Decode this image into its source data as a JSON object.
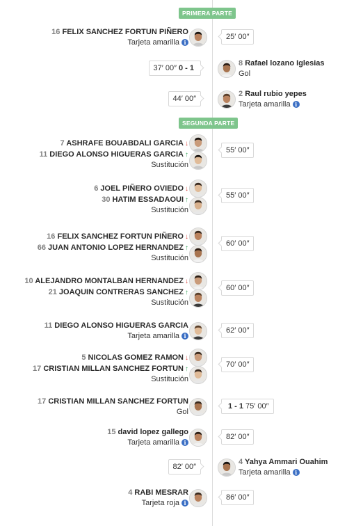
{
  "sections": {
    "first_half": "PRIMERA PARTE",
    "second_half": "SEGUNDA PARTE"
  },
  "events": [
    {
      "side": "left",
      "players": [
        {
          "num": "16",
          "name": "FELIX SANCHEZ FORTUN PIÑERO"
        }
      ],
      "type": "Tarjeta amarilla",
      "time": "25′ 00″"
    },
    {
      "side": "right",
      "players": [
        {
          "num": "8",
          "name": "Rafael lozano Iglesias"
        }
      ],
      "type": "Gol",
      "time": "37′ 00″",
      "score": "0 - 1"
    },
    {
      "side": "right",
      "players": [
        {
          "num": "2",
          "name": "Raul rubio yepes"
        }
      ],
      "type": "Tarjeta amarilla",
      "time": "44′ 00″"
    },
    {
      "side": "left",
      "players": [
        {
          "num": "7",
          "name": "ASHRAFE BOUABDALI GARCIA",
          "arrow": "↓"
        },
        {
          "num": "11",
          "name": "DIEGO ALONSO HIGUERAS GARCIA",
          "arrow": "↑"
        }
      ],
      "type": "Sustitución",
      "time": "55′ 00″"
    },
    {
      "side": "left",
      "players": [
        {
          "num": "6",
          "name": "JOEL PIÑERO OVIEDO",
          "arrow": "↓"
        },
        {
          "num": "30",
          "name": "HATIM ESSADAOUI",
          "arrow": "↑"
        }
      ],
      "type": "Sustitución",
      "time": "55′ 00″"
    },
    {
      "side": "left",
      "players": [
        {
          "num": "16",
          "name": "FELIX SANCHEZ FORTUN PIÑERO",
          "arrow": "↓"
        },
        {
          "num": "66",
          "name": "JUAN ANTONIO LOPEZ HERNANDEZ",
          "arrow": "↑"
        }
      ],
      "type": "Sustitución",
      "time": "60′ 00″"
    },
    {
      "side": "left",
      "players": [
        {
          "num": "10",
          "name": "ALEJANDRO MONTALBAN HERNANDEZ",
          "arrow": "↓"
        },
        {
          "num": "21",
          "name": "JOAQUIN CONTRERAS SANCHEZ",
          "arrow": "↑"
        }
      ],
      "type": "Sustitución",
      "time": "60′ 00″"
    },
    {
      "side": "left",
      "players": [
        {
          "num": "11",
          "name": "DIEGO ALONSO HIGUERAS GARCIA"
        }
      ],
      "type": "Tarjeta amarilla",
      "time": "62′ 00″"
    },
    {
      "side": "left",
      "players": [
        {
          "num": "5",
          "name": "NICOLAS GOMEZ RAMON",
          "arrow": "↓"
        },
        {
          "num": "17",
          "name": "CRISTIAN MILLAN SANCHEZ FORTUN",
          "arrow": "↑"
        }
      ],
      "type": "Sustitución",
      "time": "70′ 00″"
    },
    {
      "side": "left",
      "players": [
        {
          "num": "17",
          "name": "CRISTIAN MILLAN SANCHEZ FORTUN"
        }
      ],
      "type": "Gol",
      "time": "75′ 00″",
      "score": "1 - 1"
    },
    {
      "side": "left",
      "players": [
        {
          "num": "15",
          "name": "david lopez gallego"
        }
      ],
      "type": "Tarjeta amarilla",
      "time": "82′ 00″"
    },
    {
      "side": "right",
      "players": [
        {
          "num": "4",
          "name": "Yahya Ammari Ouahim"
        }
      ],
      "type": "Tarjeta amarilla",
      "time": "82′ 00″"
    },
    {
      "side": "left",
      "players": [
        {
          "num": "4",
          "name": "RABI MESRAR"
        }
      ],
      "type": "Tarjeta roja",
      "time": "86′ 00″"
    }
  ],
  "icons": {
    "info": "info-icon",
    "arrow_out": "arrow-down-red-icon",
    "arrow_in": "arrow-up-green-icon",
    "avatar": "player-avatar"
  },
  "colors": {
    "pill_bg": "#7ec58c",
    "info": "#3b6fc4",
    "out": "#d8413a",
    "in": "#3aa55d",
    "timeline": "#dcdcdc"
  }
}
